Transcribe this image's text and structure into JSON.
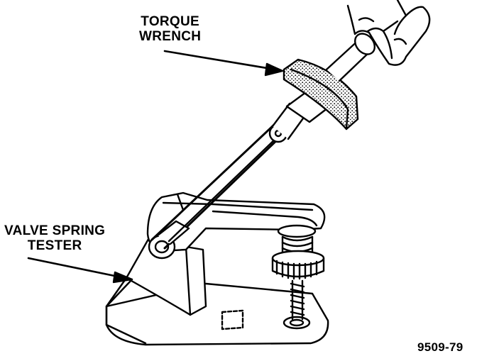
{
  "labels": {
    "torque_wrench": [
      "TORQUE",
      "WRENCH"
    ],
    "valve_spring_tester": [
      "VALVE SPRING",
      "TESTER"
    ]
  },
  "figure_number": "9509-79",
  "colors": {
    "ink": "#000000",
    "paper": "#ffffff"
  }
}
